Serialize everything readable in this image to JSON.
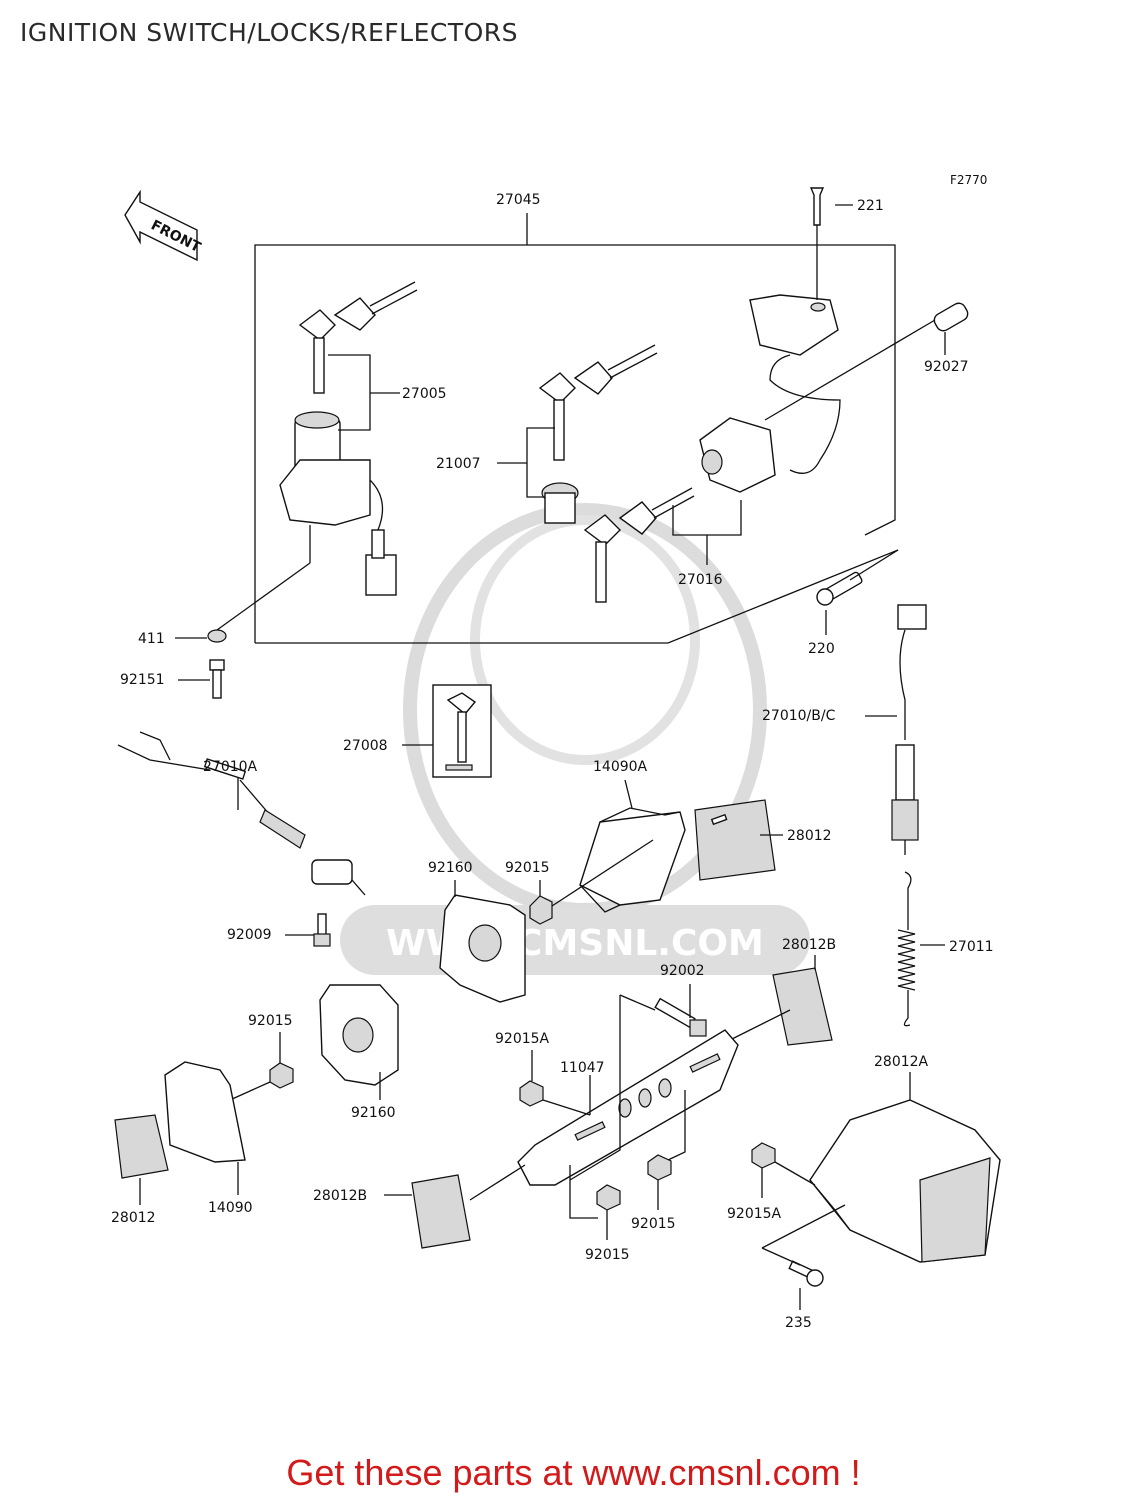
{
  "title": "IGNITION SWITCH/LOCKS/REFLECTORS",
  "figure_code": "F2770",
  "front_marker": "FRONT",
  "watermark": {
    "text": "WWW.CMSNL.COM",
    "color": "#d0d0d0"
  },
  "footer": {
    "text": "Get these parts at www.cmsnl.com !",
    "color": "#d21a1a"
  },
  "part_labels": {
    "p27045": "27045",
    "p221": "221",
    "p92027": "92027",
    "p27005": "27005",
    "p21007": "21007",
    "p27016": "27016",
    "p220": "220",
    "p411": "411",
    "p92151": "92151",
    "p27010A": "27010A",
    "p27008": "27008",
    "p27010BC": "27010/B/C",
    "p14090A": "14090A",
    "p28012_top": "28012",
    "p92160_top": "92160",
    "p92015_mid": "92015",
    "p92009": "92009",
    "p28012B_top": "28012B",
    "p27011": "27011",
    "p92002": "92002",
    "p92015_left": "92015",
    "p92015A_left": "92015A",
    "p11047": "11047",
    "p92160_bottom": "92160",
    "p28012A": "28012A",
    "p28012_bottom": "28012",
    "p14090": "14090",
    "p28012B_bottom": "28012B",
    "p92015_right": "92015",
    "p92015A_right": "92015A",
    "p92015_bottom": "92015",
    "p235": "235"
  }
}
